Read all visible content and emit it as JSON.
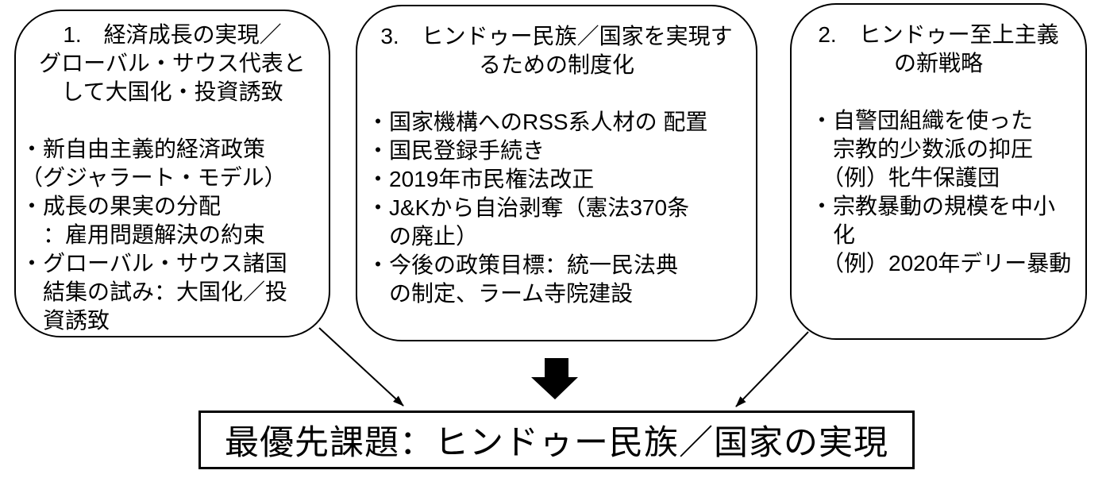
{
  "diagram": {
    "boxes": [
      {
        "id": "economic-growth",
        "title_lines": [
          "1.　経済成長の実現／",
          "グローバル・サウス代表と",
          "して大国化・投資誘致"
        ],
        "body_lines": [
          "・新自由主義的経済政策",
          "（グジャラート・モデル）",
          "・成長の果実の分配",
          "　：雇用問題解決の約束",
          "・グローバル・サウス諸国",
          "　結集の試み：大国化／投",
          "　資誘致"
        ]
      },
      {
        "id": "hindu-supremacy-strategy",
        "title_lines": [
          "2.　ヒンドゥー至上主義",
          "の新戦略"
        ],
        "body_lines": [
          "・自警団組織を使った",
          "　宗教的少数派の抑圧",
          "　（例）牝牛保護団",
          "・宗教暴動の規模を中小",
          "　化",
          "　（例）2020年デリー暴動"
        ]
      },
      {
        "id": "institutionalization",
        "title_lines": [
          "3.　ヒンドゥー民族／国家を実現す",
          "るための制度化"
        ],
        "body_lines": [
          "・国家機構へのRSS系人材の 配置",
          "・国民登録手続き",
          "・2019年市民権法改正",
          "・J&Kから自治剥奪（憲法370条",
          "　の廃止）",
          "・今後の政策目標：統一民法典",
          "　の制定、ラーム寺院建設"
        ]
      }
    ],
    "conclusion": {
      "label": "最優先課題：ヒンドゥー民族／国家の実現"
    },
    "icons": {
      "center_arrow": "down-block-arrow",
      "left_connector": "diagonal-line-arrow",
      "right_connector": "diagonal-line-arrow"
    },
    "colors": {
      "background": "#ffffff",
      "stroke": "#000000",
      "text": "#000000"
    }
  }
}
